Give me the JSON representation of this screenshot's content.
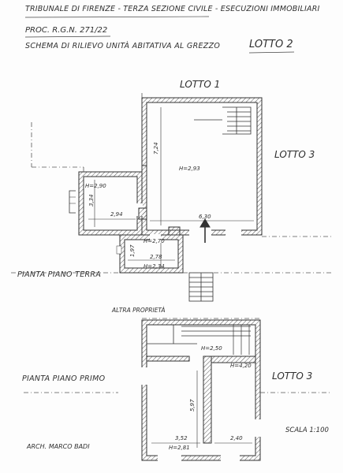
{
  "header": {
    "line1": "TRIBUNALE DI FIRENZE - TERZA SEZIONE CIVILE - ESECUZIONI IMMOBILIARI",
    "line2": "PROC. R.G.N. 271/22",
    "line3": "SCHEMA DI RILIEVO UNITÀ ABITATIVA AL GREZZO",
    "lot": "LOTTO 2"
  },
  "labels": {
    "lotto1": "LOTTO 1",
    "lotto3_top": "LOTTO 3",
    "lotto3_bottom": "LOTTO 3",
    "ground_floor": "PIANTA PIANO TERRA",
    "first_floor": "PIANTA PIANO PRIMO",
    "other_property": "ALTRA PROPRIETÀ",
    "architect": "ARCH. MARCO BADI",
    "scale": "SCALA 1:100"
  },
  "dimensions": {
    "main_h": "H=2,93",
    "main_depth": "7,24",
    "main_width": "6,30",
    "left_h": "H=2,90",
    "left_depth": "3,34",
    "left_width": "2,94",
    "entry_h": "H=2,70",
    "entry_depth": "1,97",
    "entry_width": "2,78",
    "entry_h2": "H=2,34",
    "first_h1": "H=2,50",
    "first_h2": "H=4,20",
    "first_depth": "5,97",
    "first_w1": "3,52",
    "first_w2": "2,40",
    "first_h3": "H=2,81"
  }
}
